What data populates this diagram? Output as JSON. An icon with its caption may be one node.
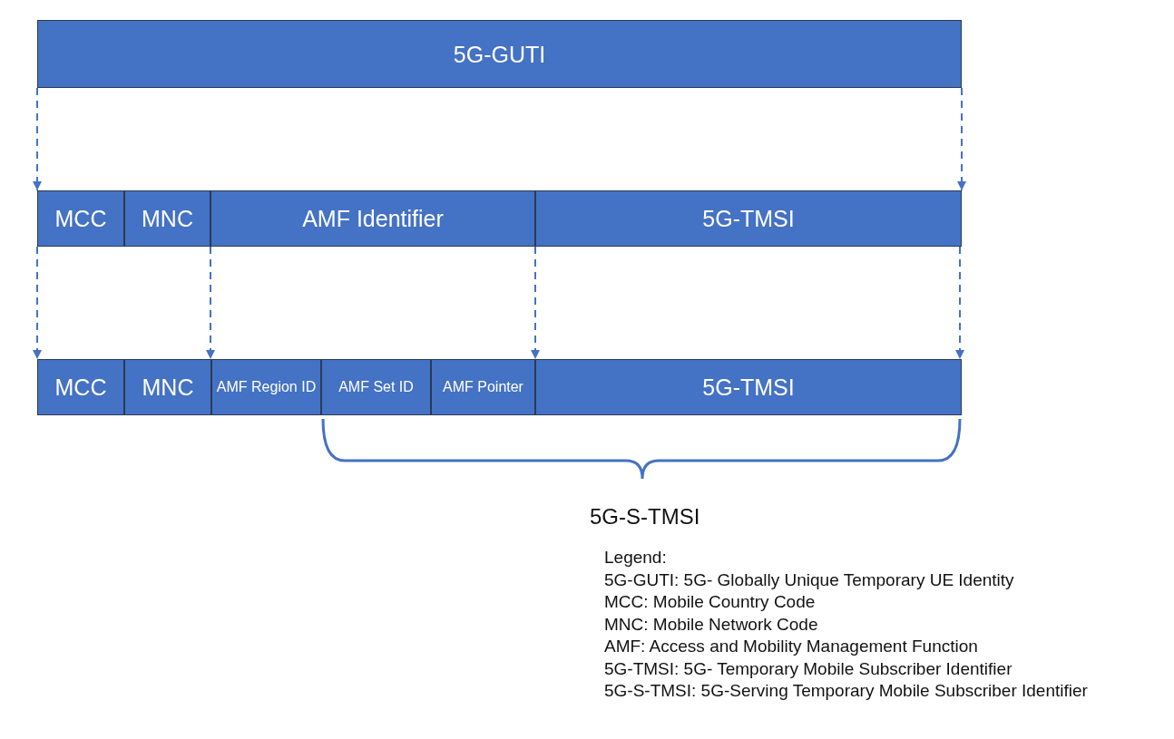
{
  "diagram": {
    "nodes": [
      {
        "text": [
          "5G-GUTI"
        ]
      },
      {
        "text": [
          "MCC"
        ]
      },
      {
        "text": [
          "MNC"
        ]
      },
      {
        "text": [
          "AMF Identifier"
        ]
      },
      {
        "text": [
          "5G-TMSI"
        ]
      },
      {
        "text": [
          "MCC"
        ]
      },
      {
        "text": [
          "MNC"
        ]
      },
      {
        "text": [
          "AMF Region ID"
        ]
      },
      {
        "text": [
          "AMF Set ID"
        ]
      },
      {
        "text": [
          "AMF Pointer"
        ]
      },
      {
        "text": [
          "5G-TMSI"
        ]
      }
    ],
    "edges": [
      {
        "from": 0,
        "to": 1,
        "arrow": "to",
        "style": "dashed"
      },
      {
        "from": 0,
        "to": 4,
        "arrow": "to",
        "style": "dashed"
      },
      {
        "from": 1,
        "to": 5,
        "arrow": "to",
        "style": "dashed"
      },
      {
        "from": 3,
        "to": 7,
        "arrow": "to",
        "style": "dashed"
      },
      {
        "from": 3,
        "to": 9,
        "arrow": "to",
        "style": "dashed"
      },
      {
        "from": 4,
        "to": 10,
        "arrow": "to",
        "style": "dashed"
      }
    ],
    "labels": [
      "5G-S-TMSI",
      "Legend:",
      "5G-GUTI: 5G- Globally Unique Temporary UE Identity",
      "MCC: Mobile Country Code",
      "MNC: Mobile Network Code",
      "AMF: Access and Mobility Management Function",
      "5G-TMSI: 5G- Temporary Mobile Subscriber Identifier",
      "5G-S-TMSI: 5G-Serving Temporary Mobile Subscriber Identifier"
    ]
  }
}
